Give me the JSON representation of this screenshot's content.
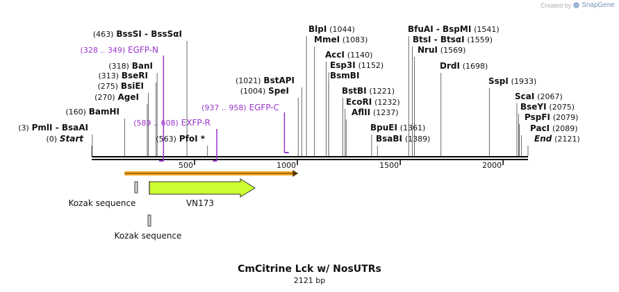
{
  "watermark": {
    "prefix": "Created by",
    "brand": "SnapGene"
  },
  "title": "CmCitrine Lck w/ NosUTRs",
  "subtitle": "2121 bp",
  "sequence_length": 2121,
  "ruler_ticks": [
    "500",
    "1000",
    "1500",
    "2000"
  ],
  "sites": [
    {
      "label": "(0)",
      "name": "Start",
      "italic": true
    },
    {
      "label": "(3)",
      "name": "PmlI",
      "name2": "BsaAI"
    },
    {
      "label": "(160)",
      "name": "BamHI"
    },
    {
      "label": "(270)",
      "name": "AgeI"
    },
    {
      "label": "(275)",
      "name": "BsiEI"
    },
    {
      "label": "(313)",
      "name": "BseRI"
    },
    {
      "label": "(318)",
      "name": "BanI"
    },
    {
      "label": "(463)",
      "name": "BssSI",
      "name2": "BssSαI"
    },
    {
      "label": "(563)",
      "name": "PfoI *"
    },
    {
      "label": "(1004)",
      "name": "SpeI"
    },
    {
      "label": "(1021)",
      "name": "BstAPI"
    },
    {
      "label": "(1044)",
      "name": "BlpI",
      "right": true
    },
    {
      "label": "(1083)",
      "name": "MmeI",
      "right": true
    },
    {
      "label": "(1140)",
      "name": "AccI",
      "right": true
    },
    {
      "label": "(1152)",
      "name": "Esp3I",
      "right": true
    },
    {
      "label": "",
      "name": "BsmBI",
      "right": true
    },
    {
      "label": "(1221)",
      "name": "BstBI",
      "right": true
    },
    {
      "label": "(1232)",
      "name": "EcoRI",
      "right": true
    },
    {
      "label": "(1237)",
      "name": "AflII",
      "right": true
    },
    {
      "label": "(1361)",
      "name": "BpuEI",
      "right": true
    },
    {
      "label": "(1389)",
      "name": "BsaBI",
      "right": true
    },
    {
      "label": "(1541)",
      "name": "BfuAI",
      "name2": "BspMI",
      "right": true
    },
    {
      "label": "(1559)",
      "name": "BtsI",
      "name2": "BtsαI",
      "right": true
    },
    {
      "label": "(1569)",
      "name": "NruI",
      "right": true
    },
    {
      "label": "(1698)",
      "name": "DrdI",
      "right": true
    },
    {
      "label": "(1933)",
      "name": "SspI",
      "right": true
    },
    {
      "label": "(2067)",
      "name": "ScaI",
      "right": true
    },
    {
      "label": "(2075)",
      "name": "BseYI",
      "right": true
    },
    {
      "label": "(2079)",
      "name": "PspFI",
      "right": true
    },
    {
      "label": "(2089)",
      "name": "PacI",
      "right": true
    },
    {
      "label": "(2121)",
      "name": "End",
      "italic": true,
      "right": true
    }
  ],
  "primers": [
    {
      "range": "(328 .. 349)",
      "name": "EGFP-N",
      "start": 328,
      "end": 349,
      "dir": "reverse"
    },
    {
      "range": "(589 .. 608)",
      "name": "EXFP-R",
      "start": 589,
      "end": 608,
      "dir": "reverse"
    },
    {
      "range": "(937 .. 958)",
      "name": "EGFP-C",
      "start": 937,
      "end": 958,
      "dir": "forward"
    }
  ],
  "features": [
    {
      "name": "",
      "start": 160,
      "end": 1004,
      "type": "orf",
      "color": "#f5a623"
    },
    {
      "name": "Kozak sequence",
      "start": 270,
      "end": 284,
      "type": "small"
    },
    {
      "name": "VN173",
      "start": 284,
      "end": 800,
      "type": "arrow",
      "color": "#ccff33"
    },
    {
      "name": "Kozak sequence",
      "start": 275,
      "end": 290,
      "type": "small"
    }
  ],
  "colors": {
    "primer": "#9933cc",
    "text": "#111111"
  }
}
